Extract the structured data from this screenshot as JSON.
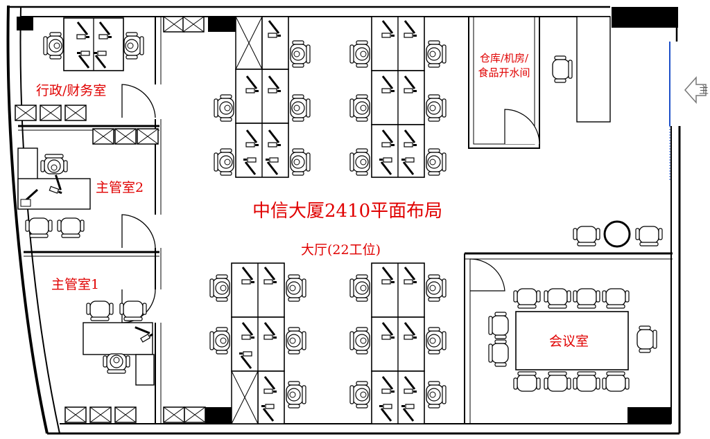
{
  "title": "中信大厦2410平面布局",
  "hall_label": "大厅(22工位)",
  "rooms": {
    "admin_finance": "行政/财务室",
    "manager2": "主管室2",
    "manager1": "主管室1",
    "storage": "仓库/机房/食品开水间",
    "meeting": "会议室"
  },
  "entrance_glyph": "主",
  "colors": {
    "label": "#e00000",
    "line": "#000000",
    "entrance_arrow": "#777777"
  }
}
